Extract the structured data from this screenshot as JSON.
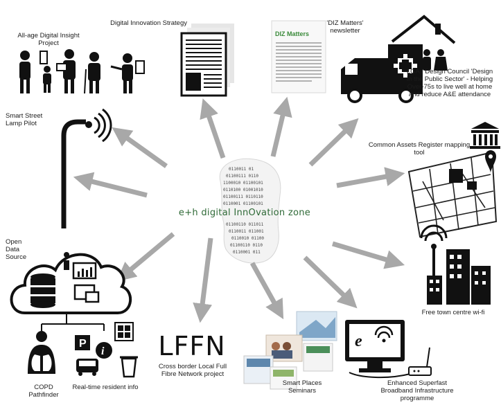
{
  "center": {
    "title": "e+h digital InnOvation zone"
  },
  "nodes": {
    "insight": "All-age Digital Insight Project",
    "strategy": "Digital Innovation Strategy",
    "newsletter": "'DIZ Matters' newsletter",
    "newsletter_doc_title": "DIZ Matters",
    "lga": "LGA / Design Council 'Design in the Public Sector' - Helping Over-75s to live well at home and reduce A&E attendance",
    "street_lamp": "Smart Street Lamp Pilot",
    "assets": "Common Assets Register mapping tool",
    "open_data": "Open Data Source",
    "wifi": "Free town centre wi-fi",
    "copd": "COPD Pathfinder",
    "realtime": "Real-time resident info",
    "lffn_title": "LFFN",
    "lffn_desc": "Cross border Local Full Fibre Network project",
    "smart_places": "Smart Places Seminars",
    "broadband": "Enhanced Superfast Broadband Infrastructure programme"
  },
  "colors": {
    "arrow": "#a8a8a8",
    "icon": "#111111",
    "center_text": "#2f6a37"
  }
}
